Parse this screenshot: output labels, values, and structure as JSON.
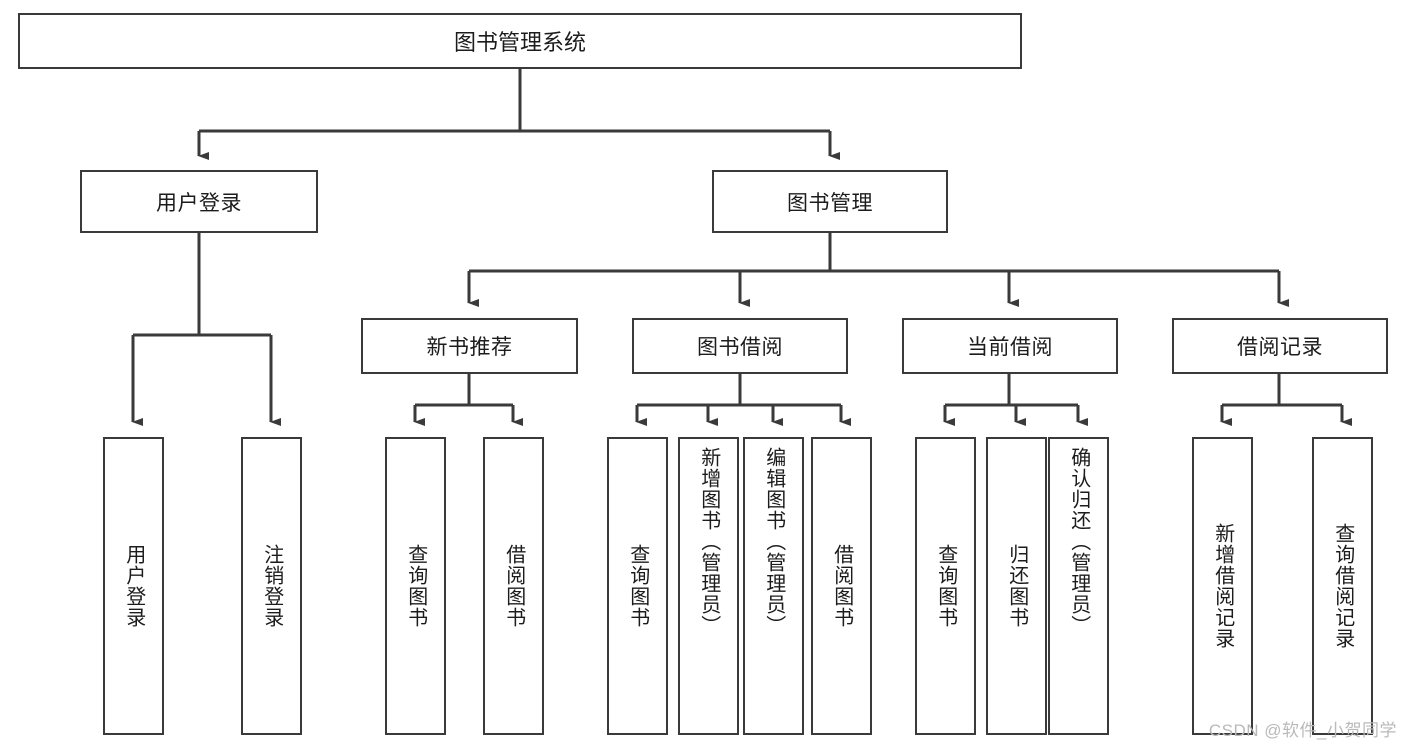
{
  "diagram": {
    "title": "图书管理系统",
    "type": "tree-hierarchy",
    "root": {
      "label": "图书管理系统"
    },
    "level2": [
      {
        "label": "用户登录"
      },
      {
        "label": "图书管理"
      }
    ],
    "level3": [
      {
        "label": "新书推荐",
        "parent": "图书管理"
      },
      {
        "label": "图书借阅",
        "parent": "图书管理"
      },
      {
        "label": "当前借阅",
        "parent": "图书管理"
      },
      {
        "label": "借阅记录",
        "parent": "图书管理"
      }
    ],
    "leaves": {
      "user_login": [
        {
          "label": "用户登录"
        },
        {
          "label": "注销登录"
        }
      ],
      "new_book_recommend": [
        {
          "label": "查询图书"
        },
        {
          "label": "借阅图书"
        }
      ],
      "book_borrow": [
        {
          "label": "查询图书"
        },
        {
          "label": "新增图书（管理员）"
        },
        {
          "label": "编辑图书（管理员）"
        },
        {
          "label": "借阅图书"
        }
      ],
      "current_borrow": [
        {
          "label": "查询图书"
        },
        {
          "label": "归还图书"
        },
        {
          "label": "确认归还（管理员）"
        }
      ],
      "borrow_record": [
        {
          "label": "新增借阅记录"
        },
        {
          "label": "查询借阅记录"
        }
      ]
    }
  },
  "watermark": {
    "text": "CSDN @软件_小贺同学"
  },
  "colors": {
    "stroke": "#3a3a3a",
    "box_fill": "#ffffff",
    "text": "#1c1c1c",
    "watermark": "#b9b9b9",
    "background": "#ffffff"
  }
}
